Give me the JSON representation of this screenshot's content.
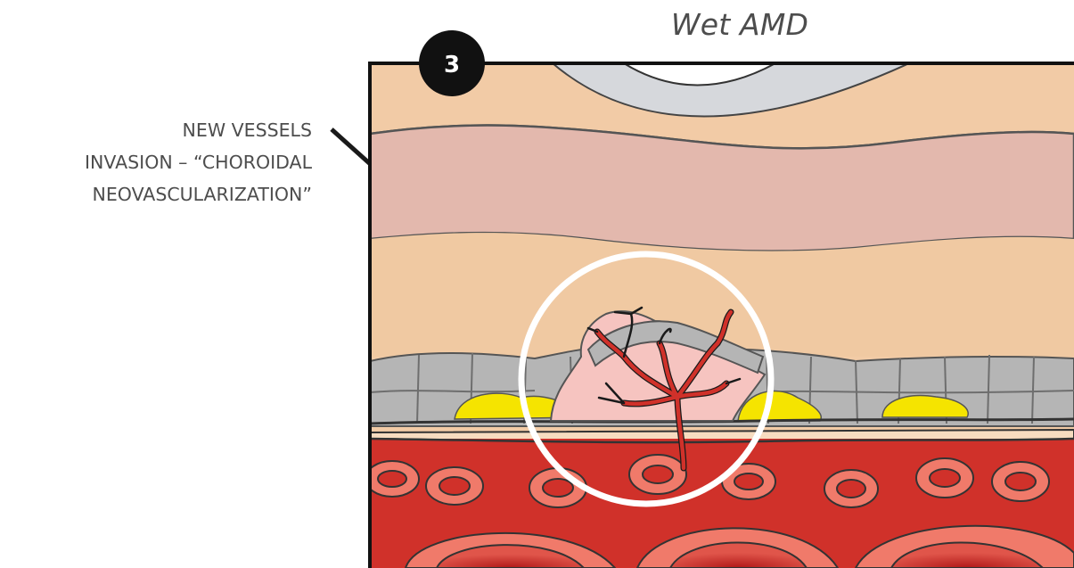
{
  "title": "Wet AMD",
  "step_number": "3",
  "callout": {
    "lines": [
      "NEW VESSELS",
      "INVASION – “CHOROIDAL",
      "NEOVASCULARIZATION”"
    ]
  },
  "colors": {
    "outline": "#1a1a1a",
    "retina_beige": "#f2cba6",
    "pink_layer": "#e3b8ad",
    "light_beige": "#f7dcc0",
    "rpe_gray": "#b5b5b5",
    "drusen_yellow": "#f5e400",
    "choroid_red": "#d0312a",
    "vessel_ring": "#f07a6a",
    "lesion_pink": "#f6c4c0",
    "highlight_circle": "#ffffff"
  }
}
